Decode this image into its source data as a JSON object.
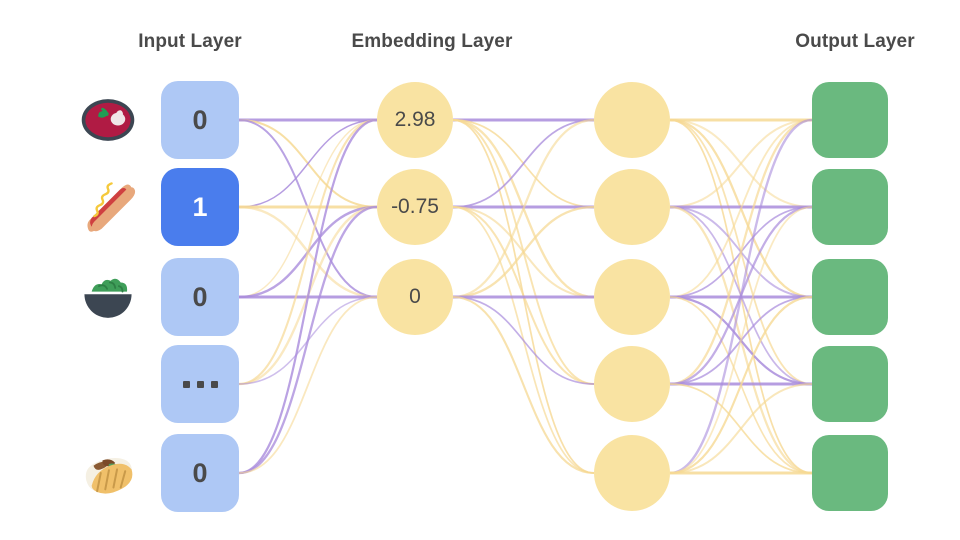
{
  "diagram": {
    "title_input": "Input Layer",
    "title_embedding": "Embedding Layer",
    "title_output": "Output Layer",
    "colors": {
      "input_box": "#aec8f5",
      "input_box_active": "#4a7ded",
      "embedding_node": "#f9e3a2",
      "hidden_node": "#f9e3a2",
      "output_box": "#6ab97f",
      "edge_purple": "#a98cdc",
      "edge_yellow": "#f6d994",
      "title_text": "#4a4a4a",
      "background": "#ffffff"
    }
  },
  "input_layer": {
    "label": "Input Layer",
    "nodes": [
      {
        "icon": "stew-bowl-icon",
        "value": "0",
        "active": false
      },
      {
        "icon": "hot-dog-icon",
        "value": "1",
        "active": true
      },
      {
        "icon": "green-salad-icon",
        "value": "0",
        "active": false
      },
      {
        "icon": "ellipsis-icon",
        "value": "...",
        "active": false
      },
      {
        "icon": "burrito-icon",
        "value": "0",
        "active": false
      }
    ]
  },
  "embedding_layer": {
    "label": "Embedding Layer",
    "nodes": [
      {
        "value": "2.98"
      },
      {
        "value": "-0.75"
      },
      {
        "value": "0"
      }
    ]
  },
  "hidden_layer": {
    "label": "",
    "nodes": [
      {
        "value": ""
      },
      {
        "value": ""
      },
      {
        "value": ""
      },
      {
        "value": ""
      },
      {
        "value": ""
      }
    ]
  },
  "output_layer": {
    "label": "Output Layer",
    "nodes": [
      {
        "value": ""
      },
      {
        "value": ""
      },
      {
        "value": ""
      },
      {
        "value": ""
      },
      {
        "value": ""
      }
    ]
  }
}
